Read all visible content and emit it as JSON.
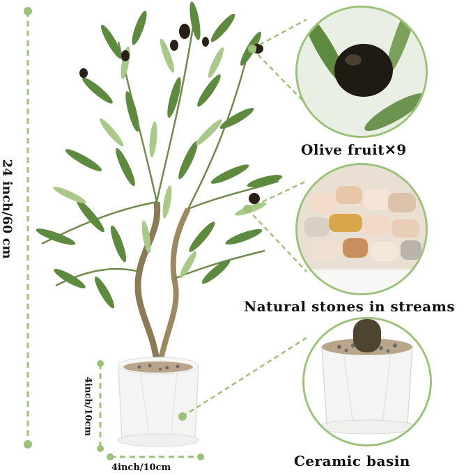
{
  "dimensions": {
    "height_label": "24 inch/60 cm",
    "pot_height_label": "4inch/10cm",
    "pot_width_label": "4inch/10cm"
  },
  "callouts": [
    {
      "caption": "Olive fruit✕9"
    },
    {
      "caption": "Natural stones in streams"
    },
    {
      "caption": "Ceramic basin"
    }
  ],
  "colors": {
    "accent_green": "#9cc27a",
    "leaf_dark": "#4f7a36",
    "leaf_light": "#a9c98b",
    "olive": "#2a1f16",
    "pot": "#f4f4f2"
  }
}
